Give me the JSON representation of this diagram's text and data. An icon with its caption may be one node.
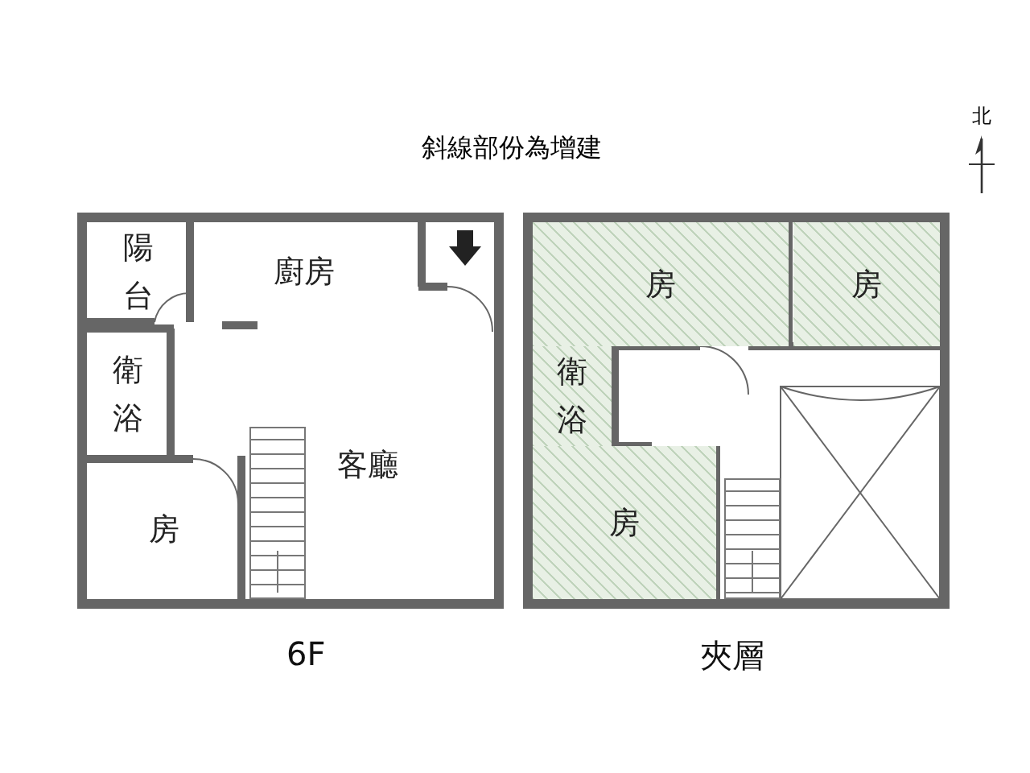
{
  "diagram": {
    "title": "斜線部份為增建",
    "nodes": [
      {
        "text": [
          "6F"
        ]
      },
      {
        "text": [
          "陽台"
        ],
        "in": 0
      },
      {
        "text": [
          "廚房"
        ],
        "in": 0
      },
      {
        "text": [
          "衛浴"
        ],
        "in": 0
      },
      {
        "text": [
          "房"
        ],
        "in": 0
      },
      {
        "text": [
          "客廳"
        ],
        "in": 0
      },
      {
        "text": [
          "夾層"
        ]
      },
      {
        "text": [
          "房"
        ],
        "in": 6
      },
      {
        "text": [
          "房"
        ],
        "in": 6
      },
      {
        "text": [
          "衛浴"
        ],
        "in": 6
      },
      {
        "text": [
          "房"
        ],
        "in": 6
      }
    ],
    "labels": [
      "北"
    ]
  }
}
